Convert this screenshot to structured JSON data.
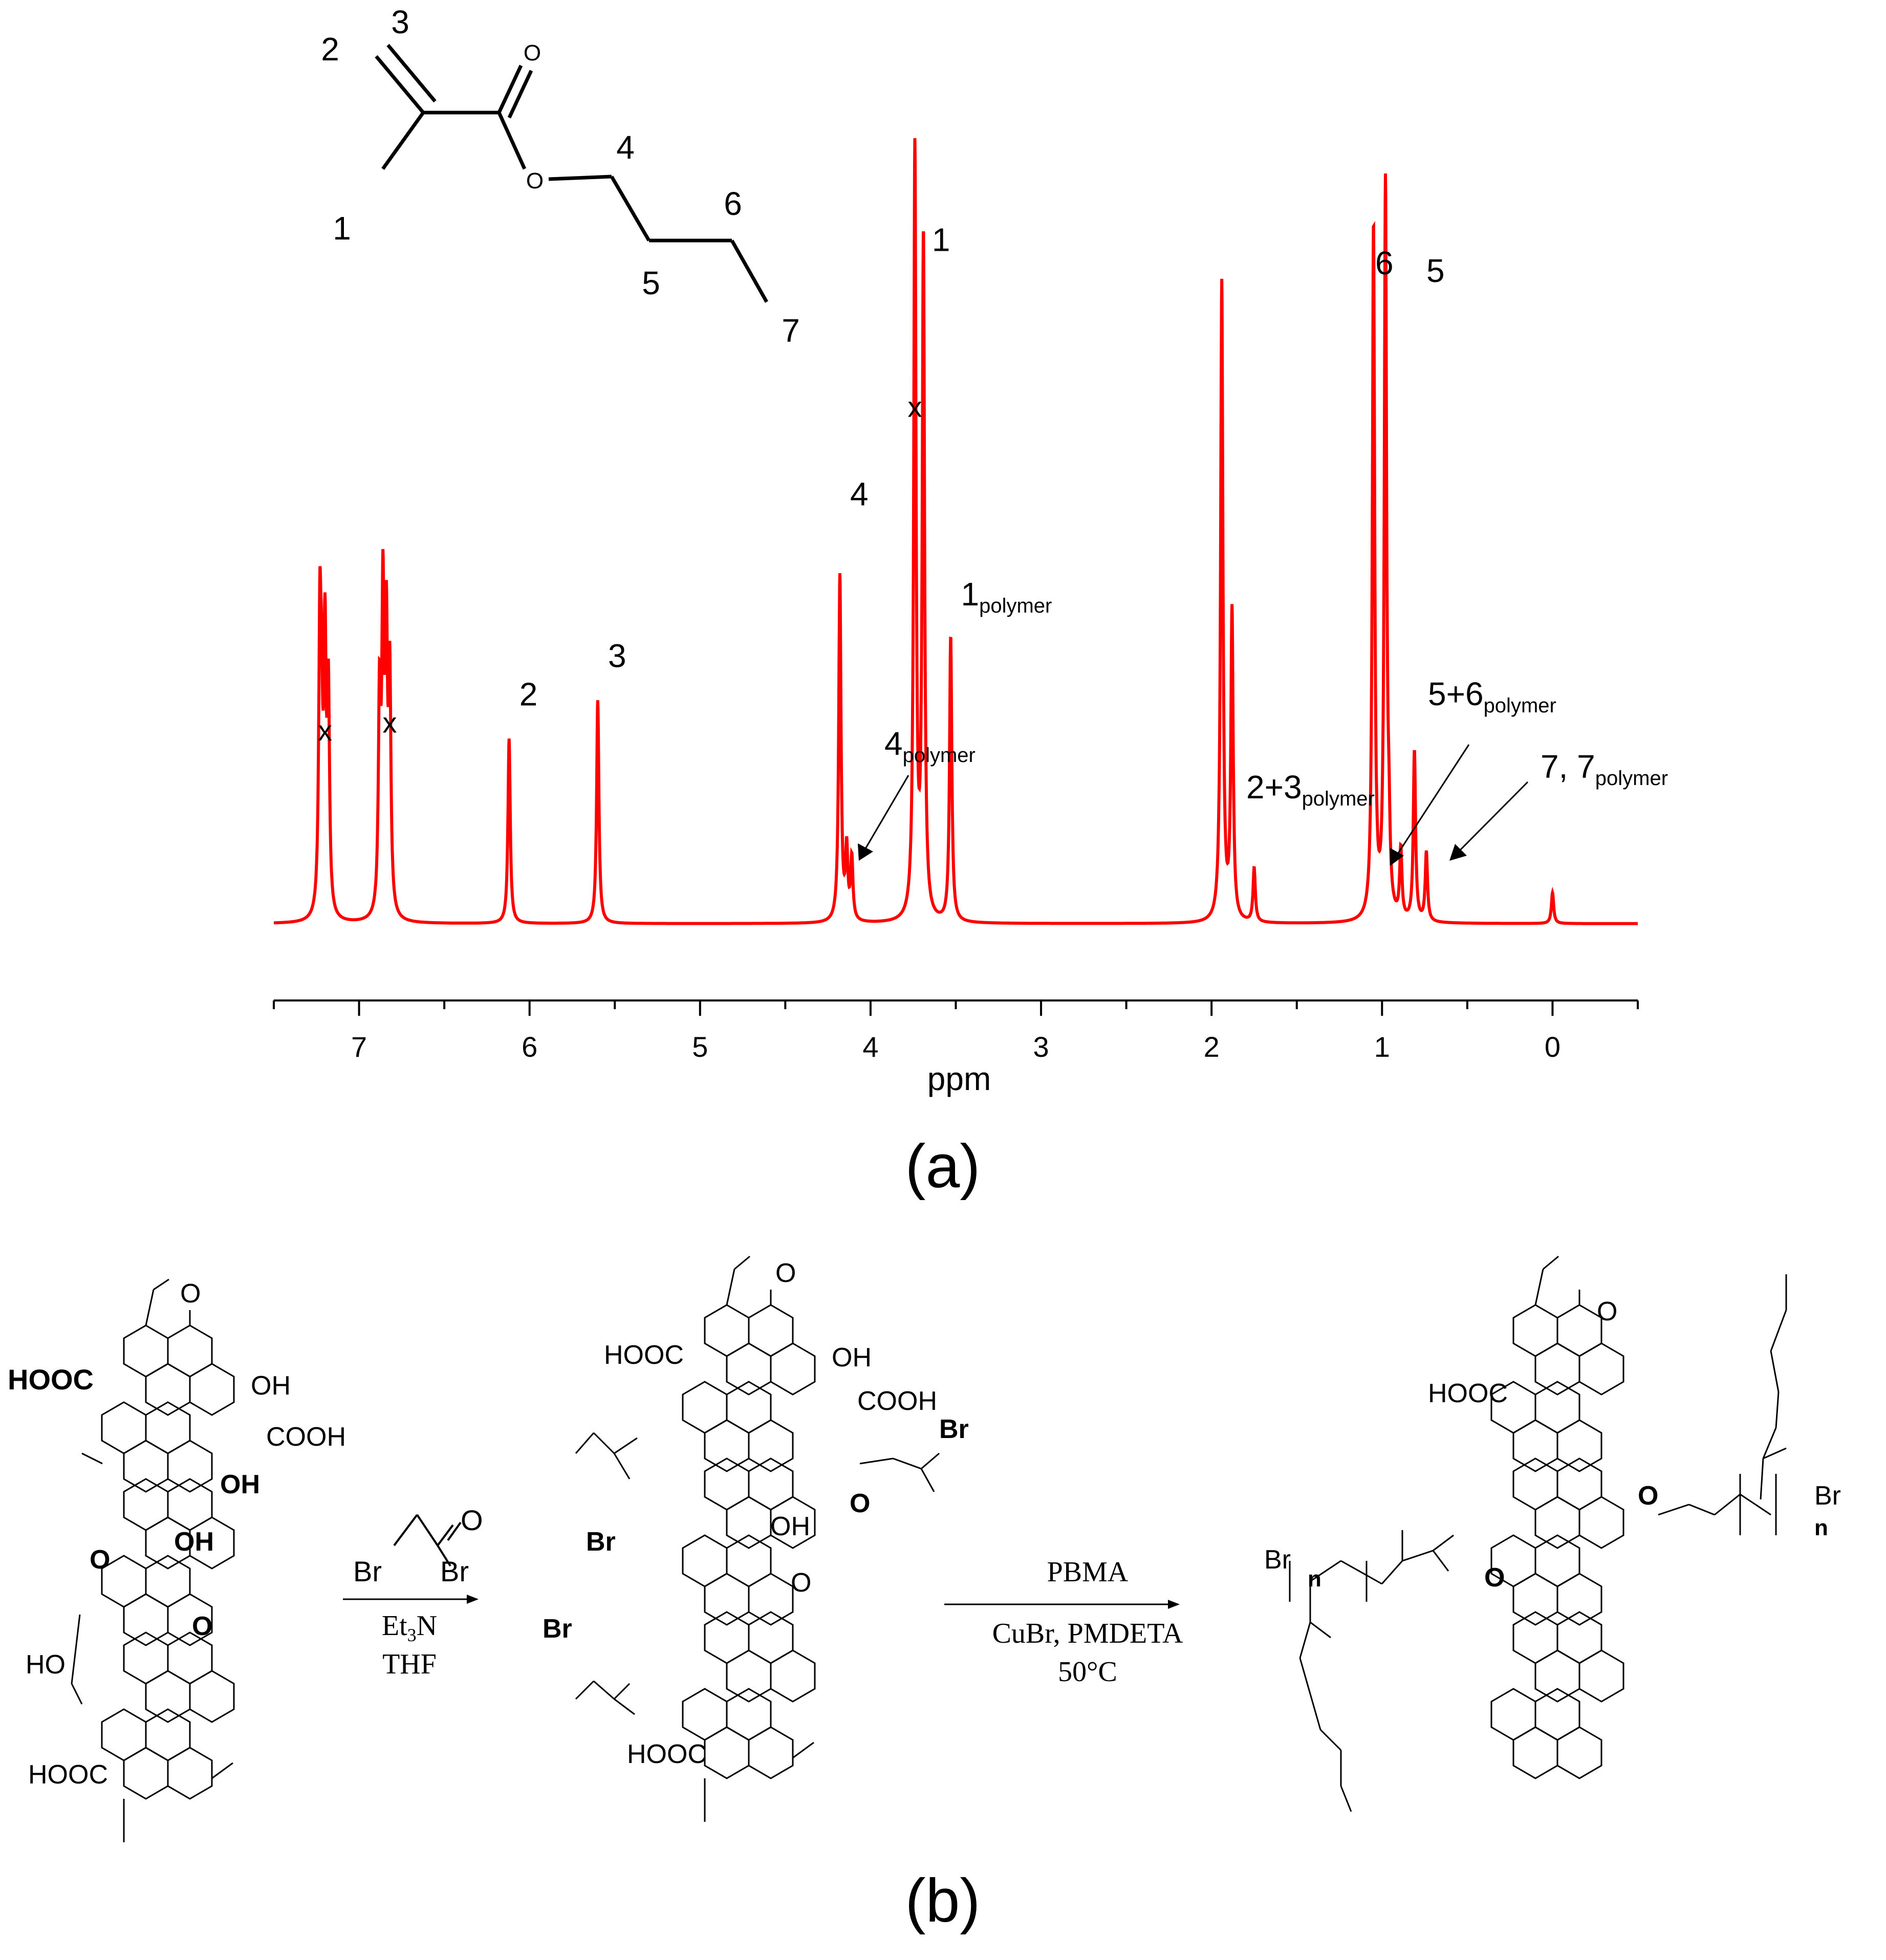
{
  "chart_data": {
    "type": "line",
    "xlabel": "ppm",
    "xlim": [
      7.5,
      -0.5
    ],
    "x_reversed": true,
    "xticks": [
      7,
      6,
      5,
      4,
      3,
      2,
      1,
      0
    ],
    "grid": false,
    "series_color": "#ff0000",
    "peaks": [
      {
        "ppm": 7.23,
        "height": 0.35
      },
      {
        "ppm": 7.22,
        "height": 0.2
      },
      {
        "ppm": 7.2,
        "height": 0.34
      },
      {
        "ppm": 7.18,
        "height": 0.28
      },
      {
        "ppm": 6.88,
        "height": 0.27
      },
      {
        "ppm": 6.86,
        "height": 0.39
      },
      {
        "ppm": 6.84,
        "height": 0.34
      },
      {
        "ppm": 6.82,
        "height": 0.3
      },
      {
        "ppm": 6.12,
        "height": 0.24
      },
      {
        "ppm": 5.6,
        "height": 0.29
      },
      {
        "ppm": 4.18,
        "height": 0.45
      },
      {
        "ppm": 4.14,
        "height": 0.09
      },
      {
        "ppm": 4.11,
        "height": 0.08
      },
      {
        "ppm": 3.74,
        "height": 1.0
      },
      {
        "ppm": 3.69,
        "height": 0.88
      },
      {
        "ppm": 3.53,
        "height": 0.37
      },
      {
        "ppm": 1.94,
        "height": 0.83
      },
      {
        "ppm": 1.88,
        "height": 0.4
      },
      {
        "ppm": 1.75,
        "height": 0.07
      },
      {
        "ppm": 1.05,
        "height": 0.9
      },
      {
        "ppm": 0.98,
        "height": 0.95
      },
      {
        "ppm": 0.96,
        "height": 0.08
      },
      {
        "ppm": 0.89,
        "height": 0.09
      },
      {
        "ppm": 0.81,
        "height": 0.22
      },
      {
        "ppm": 0.74,
        "height": 0.09
      },
      {
        "ppm": 0.0,
        "height": 0.04
      }
    ],
    "peak_labels": [
      {
        "text": "1",
        "ppm": 3.7,
        "height": 0.86
      },
      {
        "text": "4",
        "ppm": 4.18,
        "height": 0.53
      },
      {
        "text": "1",
        "sub": "polymer",
        "ppm": 3.53,
        "height": 0.4
      },
      {
        "text": "2",
        "ppm": 6.12,
        "height": 0.27
      },
      {
        "text": "3",
        "ppm": 5.6,
        "height": 0.32
      },
      {
        "text": "6",
        "ppm": 1.1,
        "height": 0.83
      },
      {
        "text": "5",
        "ppm": 0.8,
        "height": 0.82
      }
    ],
    "impurity_marks": [
      {
        "text": "x",
        "ppm": 7.2,
        "height": 0.25
      },
      {
        "text": "x",
        "ppm": 6.82,
        "height": 0.26
      },
      {
        "text": "x",
        "ppm": 3.74,
        "height": 0.67
      }
    ]
  },
  "annotations": {
    "p4": {
      "text": "4",
      "sub": "polymer"
    },
    "p23": {
      "text": "2+3",
      "sub": "polymer"
    },
    "p56": {
      "text": "5+6",
      "sub": "polymer"
    },
    "p7": {
      "text": "7, 7",
      "sub": "polymer"
    }
  },
  "monomer": {
    "atom_labels": [
      "1",
      "2",
      "3",
      "4",
      "5",
      "6",
      "7"
    ],
    "O": "O"
  },
  "panel_labels": {
    "a": "(a)",
    "b": "(b)"
  },
  "scheme": {
    "sm_labels": {
      "hooc1": "HOOC",
      "oh1": "OH",
      "cooh": "COOH",
      "oh2": "OH",
      "oh3": "OH",
      "o1": "O",
      "o2": "O",
      "ho": "HO",
      "hooc2": "HOOC",
      "ketone": "O"
    },
    "step1": {
      "reagent_br1": "Br",
      "reagent_br2": "Br",
      "reagent_o": "O",
      "line1": "Et",
      "line1_sub": "3",
      "line1_tail": "N",
      "line2": "THF"
    },
    "int_labels": {
      "hooc1": "HOOC",
      "oh": "OH",
      "cooh": "COOH",
      "br_right": "Br",
      "o_right": "O",
      "br_left1": "Br",
      "br_left2": "Br",
      "oh_mid": "OH",
      "o_center": "O",
      "hooc2": "HOOC",
      "ketone": "O"
    },
    "step2": {
      "line1": "PBMA",
      "line2": "CuBr, PMDETA",
      "line3": "50°C"
    },
    "prod_labels": {
      "hooc": "HOOC",
      "br_left": "Br",
      "n_left": "n",
      "br_right": "Br",
      "n_right": "n",
      "o1": "O",
      "o2": "O",
      "ketone": "O"
    }
  }
}
